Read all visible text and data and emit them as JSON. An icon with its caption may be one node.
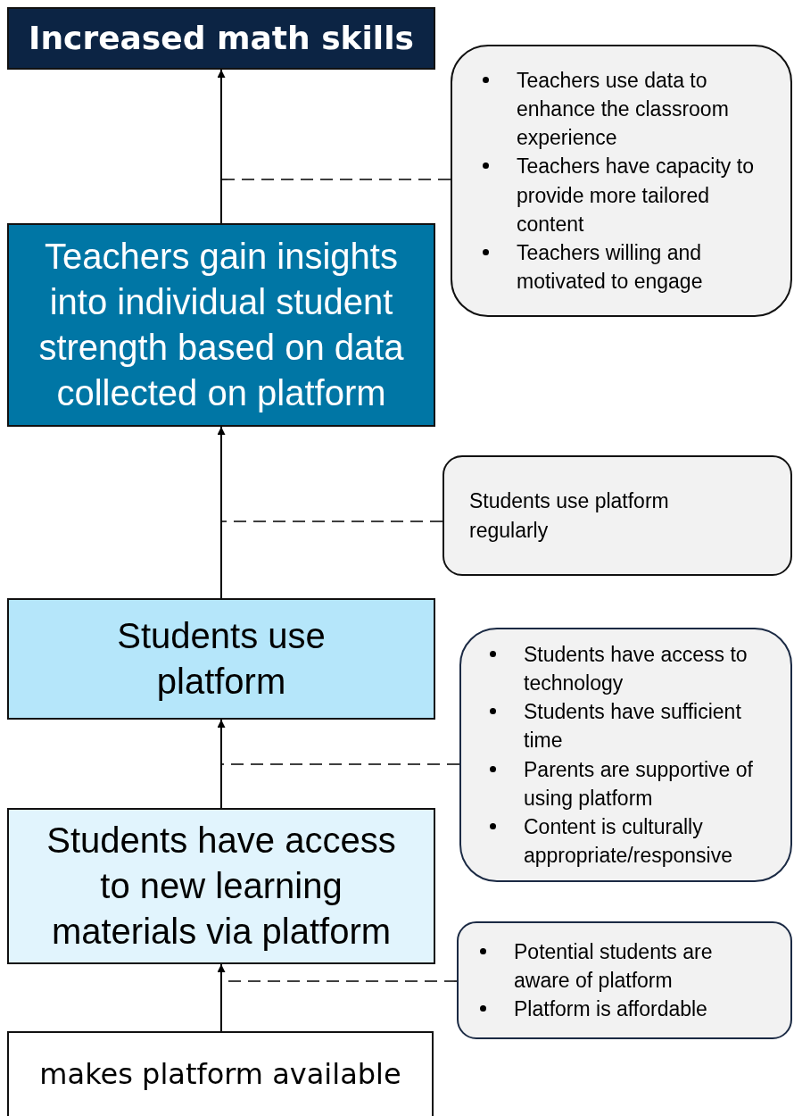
{
  "diagram": {
    "nodes": [
      {
        "text": [
          "Increased math skills"
        ]
      },
      {
        "text": [
          "Teachers use data to enhance the classroom experience",
          "Teachers have capacity to provide more tailored content",
          "Teachers willing and motivated to engage"
        ]
      },
      {
        "text": [
          "Teachers gain insights into individual student strength based on data collected on platform"
        ]
      },
      {
        "text": [
          "Students use platform regularly"
        ]
      },
      {
        "text": [
          "Students use platform"
        ]
      },
      {
        "text": [
          "Students have access to technology",
          "Students have sufficient time",
          "Parents are supportive of using platform",
          "Content is culturally appropriate/responsive"
        ]
      },
      {
        "text": [
          "Students have access to new learning materials via platform"
        ]
      },
      {
        "text": [
          "Potential students are aware of platform",
          "Platform is affordable"
        ]
      },
      {
        "text": [
          "makes platform available"
        ]
      }
    ],
    "edges": [
      {
        "from": 2,
        "to": 0,
        "arrow": "to"
      },
      {
        "from": 4,
        "to": 2,
        "arrow": "to"
      },
      {
        "from": 6,
        "to": 4,
        "arrow": "to"
      },
      {
        "from": 8,
        "to": 6,
        "arrow": "to"
      },
      {
        "from": 1,
        "to": null,
        "arrow": "none",
        "style": "dashed"
      },
      {
        "from": 3,
        "to": null,
        "arrow": "none",
        "style": "dashed"
      },
      {
        "from": 5,
        "to": null,
        "arrow": "none",
        "style": "dashed"
      },
      {
        "from": 7,
        "to": null,
        "arrow": "none",
        "style": "dashed"
      }
    ]
  }
}
